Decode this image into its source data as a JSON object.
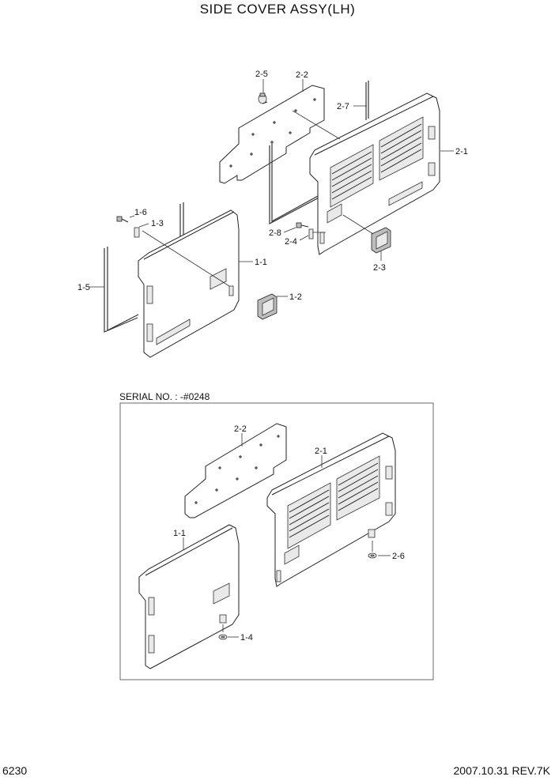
{
  "title": "SIDE COVER ASSY(LH)",
  "serial_note": "SERIAL NO. : -#0248",
  "footer": {
    "page_number": "6230",
    "date_revision": "2007.10.31  REV.7K"
  },
  "upper_callouts": {
    "c2_5": "2-5",
    "c2_2": "2-2",
    "c2_7": "2-7",
    "c2_1": "2-1",
    "c1_6": "1-6",
    "c1_3": "1-3",
    "c2_8": "2-8",
    "c2_4": "2-4",
    "c2_3": "2-3",
    "c1_1": "1-1",
    "c1_5": "1-5",
    "c1_2": "1-2"
  },
  "lower_callouts": {
    "c2_2": "2-2",
    "c2_1": "2-1",
    "c1_1": "1-1",
    "c2_6": "2-6",
    "c1_4": "1-4"
  }
}
